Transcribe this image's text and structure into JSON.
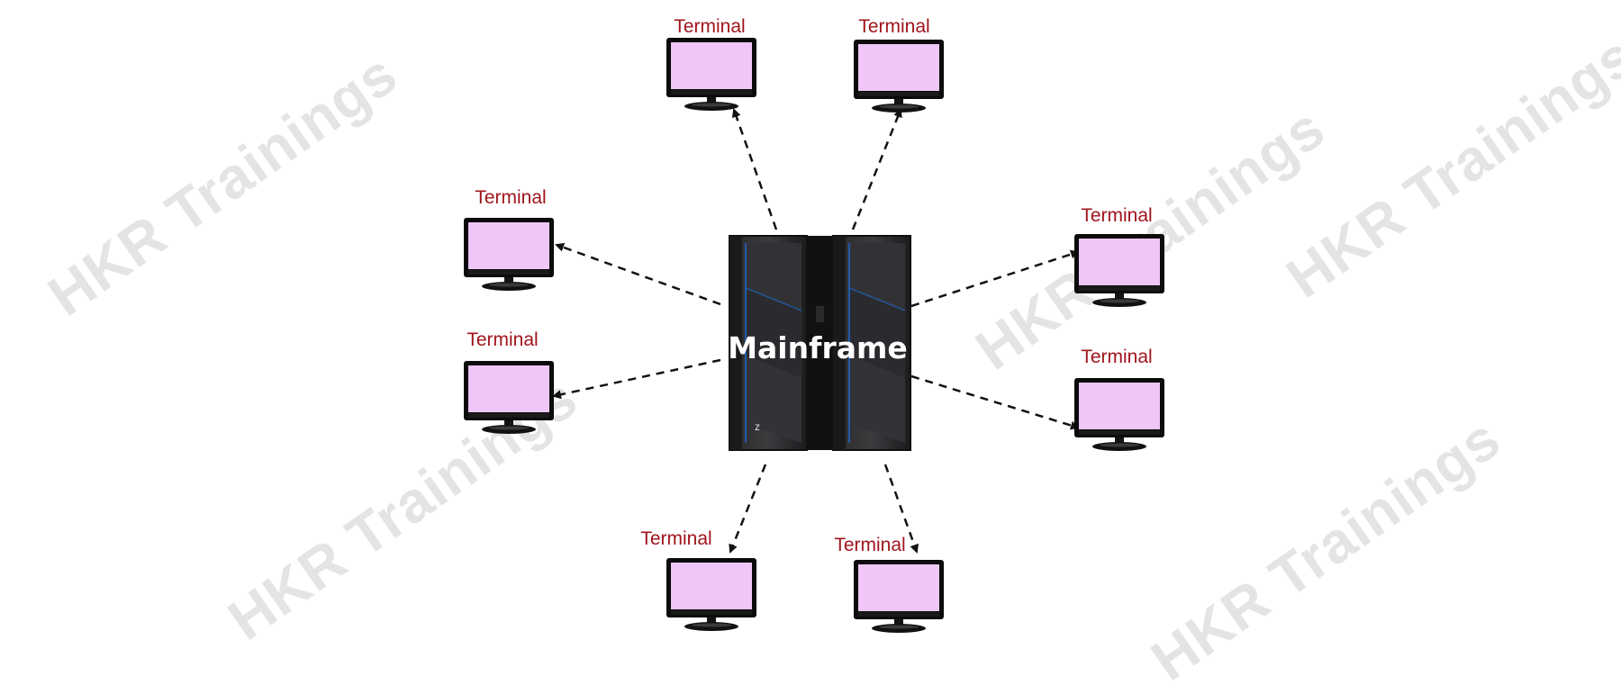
{
  "watermark": {
    "text": "HKR Trainings",
    "color": "#e4e4e4"
  },
  "mainframe": {
    "label": "Mainframe",
    "badge": "z",
    "icon": "mainframe-server-icon",
    "accent": "#1e6ed8"
  },
  "terminal": {
    "icon": "monitor-icon",
    "screen_color": "#efc6f7",
    "label_color": "#a0141c"
  },
  "terminals": [
    {
      "id": "top-left",
      "label": "Terminal"
    },
    {
      "id": "top-right",
      "label": "Terminal"
    },
    {
      "id": "upper-left",
      "label": "Terminal"
    },
    {
      "id": "lower-left",
      "label": "Terminal"
    },
    {
      "id": "upper-right",
      "label": "Terminal"
    },
    {
      "id": "lower-right",
      "label": "Terminal"
    },
    {
      "id": "bottom-left",
      "label": "Terminal"
    },
    {
      "id": "bottom-right",
      "label": "Terminal"
    }
  ]
}
